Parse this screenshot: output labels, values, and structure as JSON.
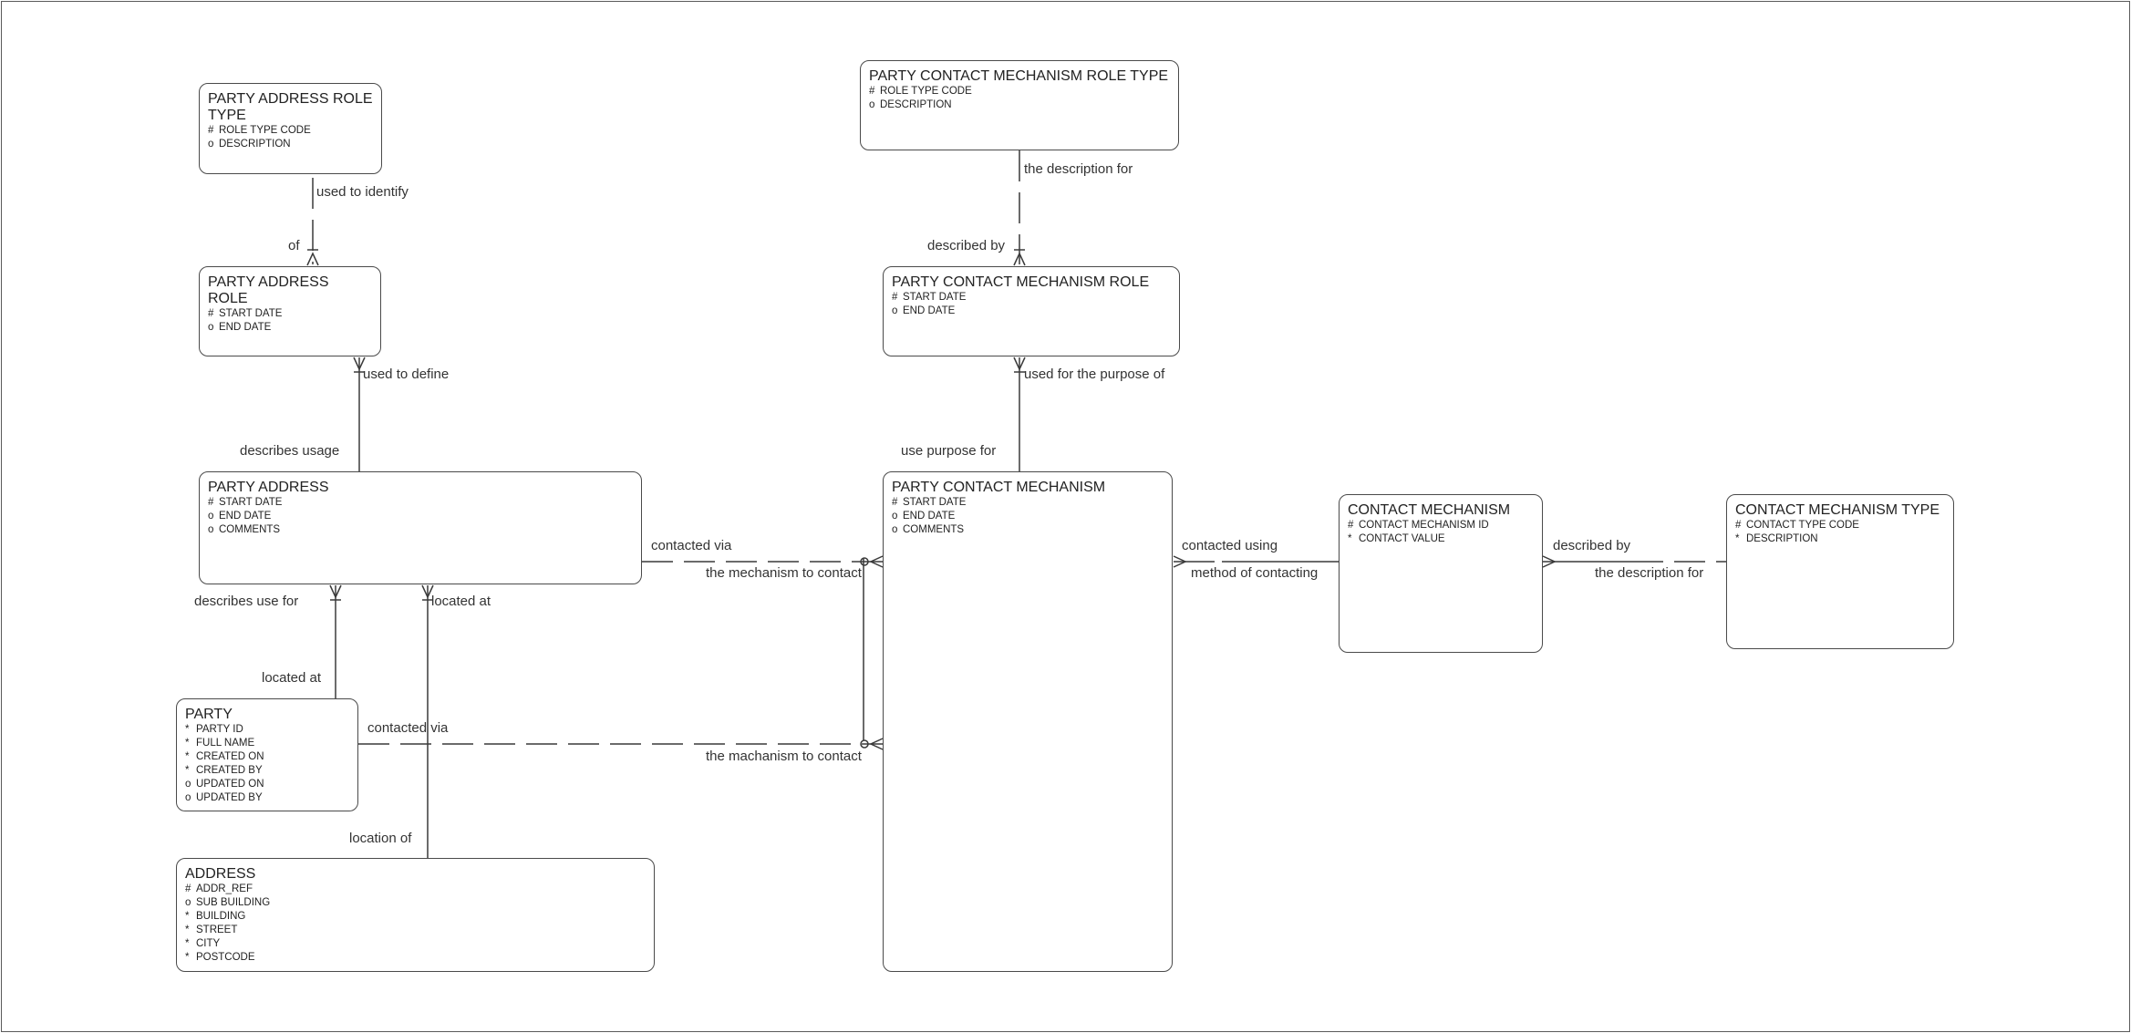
{
  "entities": {
    "party_address_role_type": {
      "title": "PARTY ADDRESS ROLE TYPE",
      "attributes": [
        {
          "mark": "#",
          "name": "ROLE TYPE CODE"
        },
        {
          "mark": "o",
          "name": "DESCRIPTION"
        }
      ]
    },
    "party_address_role": {
      "title": "PARTY ADDRESS ROLE",
      "attributes": [
        {
          "mark": "#",
          "name": "START DATE"
        },
        {
          "mark": "o",
          "name": "END DATE"
        }
      ]
    },
    "party_address": {
      "title": "PARTY ADDRESS",
      "attributes": [
        {
          "mark": "#",
          "name": "START DATE"
        },
        {
          "mark": "o",
          "name": "END DATE"
        },
        {
          "mark": "o",
          "name": "COMMENTS"
        }
      ]
    },
    "party": {
      "title": "PARTY",
      "attributes": [
        {
          "mark": "*",
          "name": "PARTY ID"
        },
        {
          "mark": "*",
          "name": "FULL NAME"
        },
        {
          "mark": "*",
          "name": "CREATED ON"
        },
        {
          "mark": "*",
          "name": "CREATED BY"
        },
        {
          "mark": "o",
          "name": "UPDATED ON"
        },
        {
          "mark": "o",
          "name": "UPDATED BY"
        }
      ]
    },
    "address": {
      "title": "ADDRESS",
      "attributes": [
        {
          "mark": "#",
          "name": "ADDR_REF"
        },
        {
          "mark": "o",
          "name": "SUB BUILDING"
        },
        {
          "mark": "*",
          "name": "BUILDING"
        },
        {
          "mark": "*",
          "name": "STREET"
        },
        {
          "mark": "*",
          "name": "CITY"
        },
        {
          "mark": "*",
          "name": "POSTCODE"
        }
      ]
    },
    "party_contact_mechanism_role_type": {
      "title": "PARTY CONTACT MECHANISM ROLE TYPE",
      "attributes": [
        {
          "mark": "#",
          "name": "ROLE TYPE CODE"
        },
        {
          "mark": "o",
          "name": "DESCRIPTION"
        }
      ]
    },
    "party_contact_mechanism_role": {
      "title": "PARTY CONTACT MECHANISM ROLE",
      "attributes": [
        {
          "mark": "#",
          "name": "START DATE"
        },
        {
          "mark": "o",
          "name": "END DATE"
        }
      ]
    },
    "party_contact_mechanism": {
      "title": "PARTY CONTACT MECHANISM",
      "attributes": [
        {
          "mark": "#",
          "name": "START DATE"
        },
        {
          "mark": "o",
          "name": "END DATE"
        },
        {
          "mark": "o",
          "name": "COMMENTS"
        }
      ]
    },
    "contact_mechanism": {
      "title": "CONTACT MECHANISM",
      "attributes": [
        {
          "mark": "#",
          "name": "CONTACT MECHANISM ID"
        },
        {
          "mark": "*",
          "name": "CONTACT VALUE"
        }
      ]
    },
    "contact_mechanism_type": {
      "title": "CONTACT MECHANISM TYPE",
      "attributes": [
        {
          "mark": "#",
          "name": "CONTACT TYPE CODE"
        },
        {
          "mark": "*",
          "name": "DESCRIPTION"
        }
      ]
    }
  },
  "relationship_labels": {
    "used_to_identify": "used to identify",
    "of": "of",
    "used_to_define": "used to define",
    "describes_usage": "describes usage",
    "describes_use_for": "describes use for",
    "located_at_upper": "located at",
    "located_at_lower": "located at",
    "location_of": "location of",
    "contacted_via_address": "contacted via",
    "mechanism_to_contact_address": "the mechanism to contact",
    "contacted_via_party": "contacted via",
    "mechanism_to_contact_party": "the machanism to contact",
    "description_for_role": "the description for",
    "described_by_role": "described by",
    "used_for_purpose_of": "used for the purpose of",
    "use_purpose_for": "use purpose for",
    "contacted_using": "contacted using",
    "method_of_contacting": "method of contacting",
    "described_by_type": "described by",
    "description_for_type": "the description for"
  }
}
